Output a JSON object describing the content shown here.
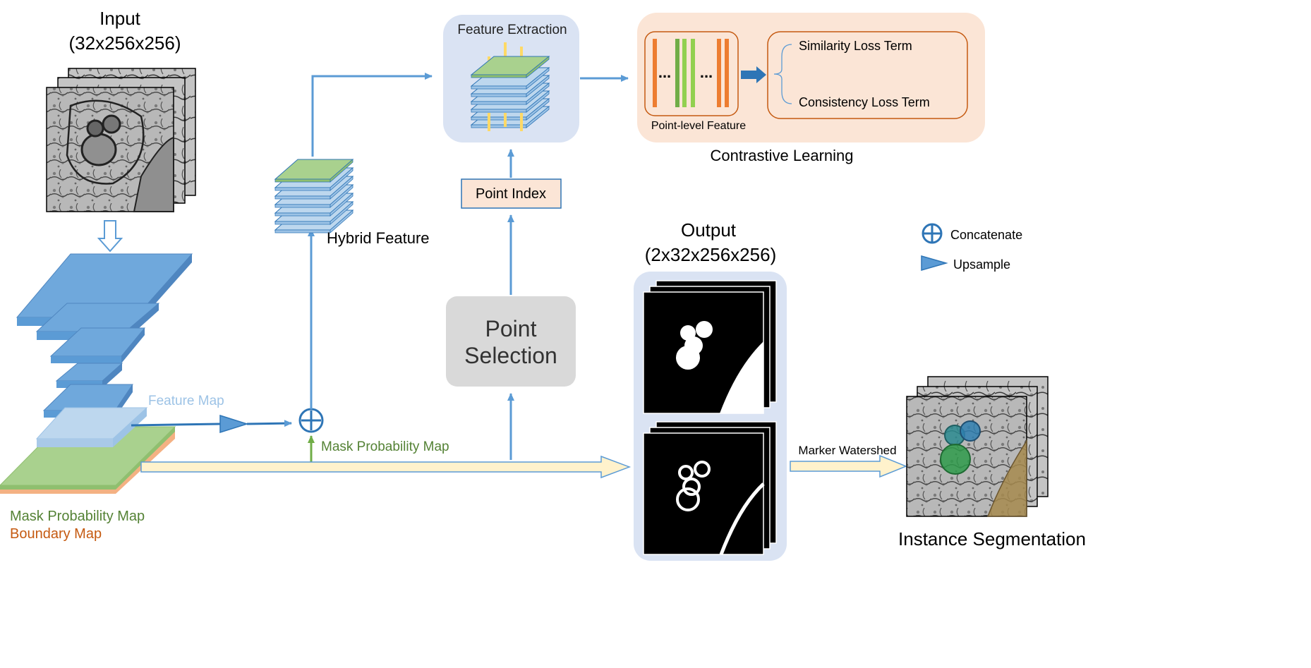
{
  "input": {
    "title": "Input",
    "dims": "(32x256x256)"
  },
  "encoder": {
    "feature_map_label": "Feature Map",
    "mask_label": "Mask Probability Map",
    "boundary_label": "Boundary Map"
  },
  "hybrid": {
    "label": "Hybrid Feature",
    "mask_arrow_label": "Mask Probability Map"
  },
  "feature_extraction": {
    "label": "Feature Extraction"
  },
  "point_index": {
    "label": "Point Index"
  },
  "point_selection": {
    "line1": "Point",
    "line2": "Selection"
  },
  "contrastive": {
    "title": "Contrastive Learning",
    "point_feature_label": "Point-level Feature",
    "dots": "...",
    "loss_terms": [
      "Similarity Loss Term",
      "Consistency Loss Term"
    ]
  },
  "output": {
    "title": "Output",
    "dims": "(2x32x256x256)"
  },
  "watershed": {
    "label": "Marker Watershed"
  },
  "instance": {
    "label": "Instance Segmentation"
  },
  "legend": {
    "concatenate": "Concatenate",
    "upsample": "Upsample"
  },
  "colors": {
    "arrow": "#5b9bd5",
    "arrow_dark": "#2e75b6",
    "green_arrow": "#70ad47",
    "mask_text": "#548235",
    "boundary_text": "#c55a11",
    "feature_map_text": "#9dc3e6",
    "fe_box": "#dae3f3",
    "cl_box": "#fbe5d6",
    "pi_box": "#fbe5d6",
    "ps_box": "#d9d9d9"
  }
}
